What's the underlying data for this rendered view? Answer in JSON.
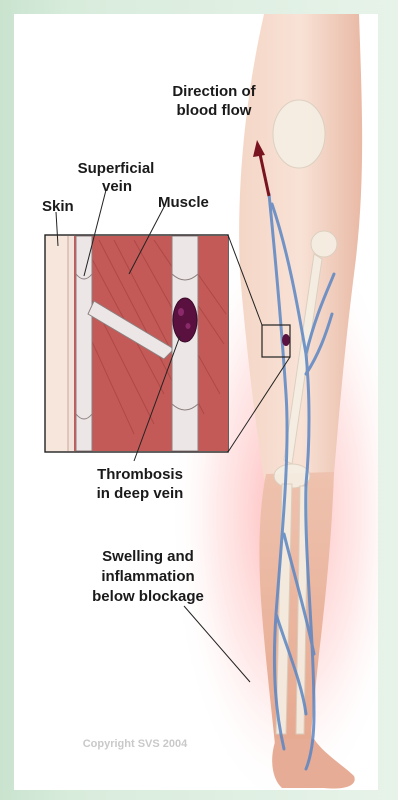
{
  "labels": {
    "direction_line1": "Direction of",
    "direction_line2": "blood flow",
    "superficial_line1": "Superficial",
    "superficial_line2": "vein",
    "skin": "Skin",
    "muscle": "Muscle",
    "thrombosis_line1": "Thrombosis",
    "thrombosis_line2": "in deep vein",
    "swelling_line1": "Swelling and",
    "swelling_line2": "inflammation",
    "swelling_line3": "below blockage",
    "copyright": "Copyright SVS 2004"
  },
  "colors": {
    "skin": "#efcdbd",
    "inflammation": "#ffb3b3",
    "vein": "#5b86c4",
    "muscle": "#c9605e",
    "clot": "#5a1140",
    "arrow": "#7a1320"
  }
}
